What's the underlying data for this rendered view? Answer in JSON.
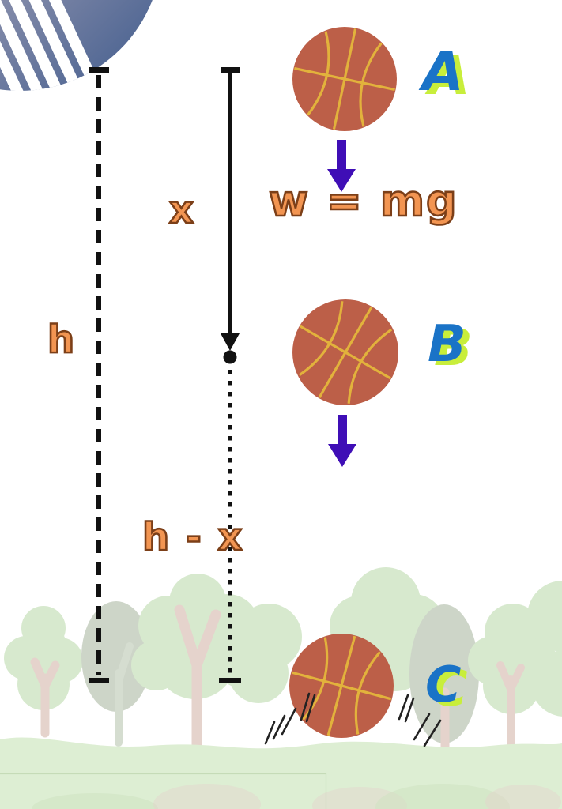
{
  "diagram": {
    "positions": [
      {
        "id": "A",
        "label": "A"
      },
      {
        "id": "B",
        "label": "B"
      },
      {
        "id": "C",
        "label": "C"
      }
    ],
    "measurements": {
      "total_height": "h",
      "fallen_distance": "x",
      "remaining_distance": "h - x"
    },
    "force_label": "w = mg"
  },
  "theme": {
    "ball-fill": "#bc5f48",
    "ball-seam": "#e2b23c",
    "arrow-purple": "#3f0eb6",
    "label-blue": "#1a73c7",
    "label-lime": "#c8ee3b",
    "label-orange": "#f29552",
    "label-outline": "#7c3f18",
    "line-black": "#111111",
    "impact": "#222222",
    "tree-green": "#d7e9ce",
    "tree-gray": "#cdd5c8",
    "trunk-pink": "#e5d3cc",
    "trunk-green": "#d5ddd0",
    "ground-green": "#ddeed3",
    "refl-green": "#cde2c0",
    "hairline": "#bcd4ae",
    "circle-grad-start": "#dcc9ce",
    "circle-grad-end": "#3e5a8c"
  }
}
